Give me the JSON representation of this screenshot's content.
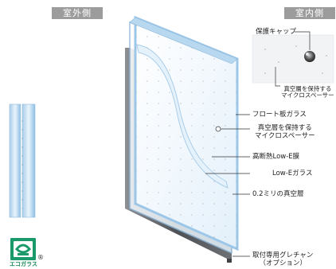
{
  "header": {
    "outdoor_label": "室外側",
    "indoor_label": "室内側"
  },
  "inset": {
    "cap_label": "保護キャップ",
    "spacer_label_line1": "真空層を保持する",
    "spacer_label_line2": "マイクロスペーサー"
  },
  "callouts": {
    "float_glass": "フロート板ガラス",
    "spacer_line1": "真空層を保持する",
    "spacer_line2": "マイクロスペーサー",
    "low_e_film": "高断熱Low-E膜",
    "low_e_glass": "Low-Eガラス",
    "vacuum_layer": "0.2ミリの真空層",
    "gasket_line1": "取付専用グレチャン",
    "gasket_line2": "（オプション）"
  },
  "logo": {
    "text": "エコガラス",
    "registered_mark": "®"
  },
  "colors": {
    "tag_gray": "#9c9c9c",
    "glass_blue": "#cfe6f6",
    "glass_edge": "#8fb9dc",
    "frame_dark": "#555a60",
    "eco_green": "#1a8a5a"
  }
}
